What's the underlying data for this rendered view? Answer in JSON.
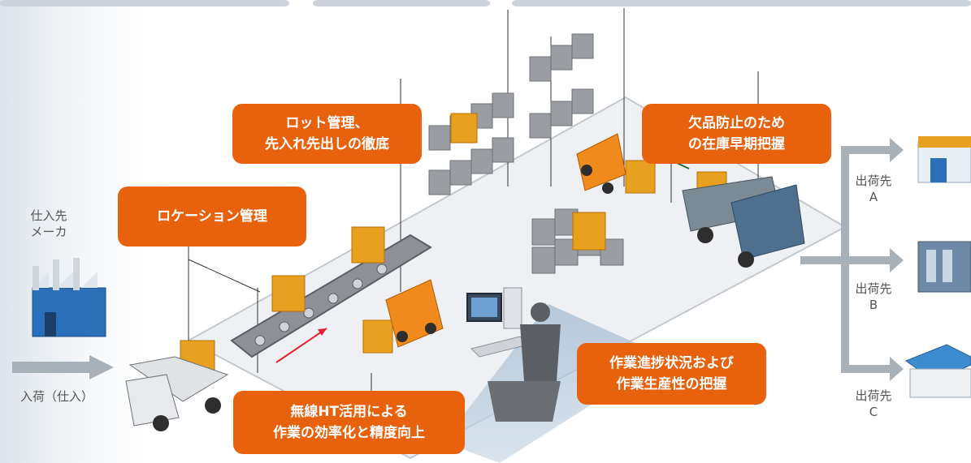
{
  "supplier": {
    "line1": "仕入先",
    "line2": "メーカ"
  },
  "inbound": {
    "label": "入荷（仕入）"
  },
  "callouts": {
    "lot": {
      "line1": "ロット管理、",
      "line2": "先入れ先出しの徹底"
    },
    "location": {
      "line1": "ロケーション管理"
    },
    "stockout": {
      "line1": "欠品防止のため",
      "line2": "の在庫早期把握"
    },
    "progress": {
      "line1": "作業進捗状況および",
      "line2": "作業生産性の把握"
    },
    "wireless": {
      "line1": "無線HT活用による",
      "line2": "作業の効率化と精度向上"
    }
  },
  "destinations": [
    {
      "name": "出荷先",
      "code": "A"
    },
    {
      "name": "出荷先",
      "code": "B"
    },
    {
      "name": "出荷先",
      "code": "C"
    }
  ],
  "colors": {
    "accent": "#e8620e",
    "box": "#e8a020",
    "rack": "#9a9da2",
    "arrow": "#a8b0b8",
    "floor": "#eef0f3"
  }
}
